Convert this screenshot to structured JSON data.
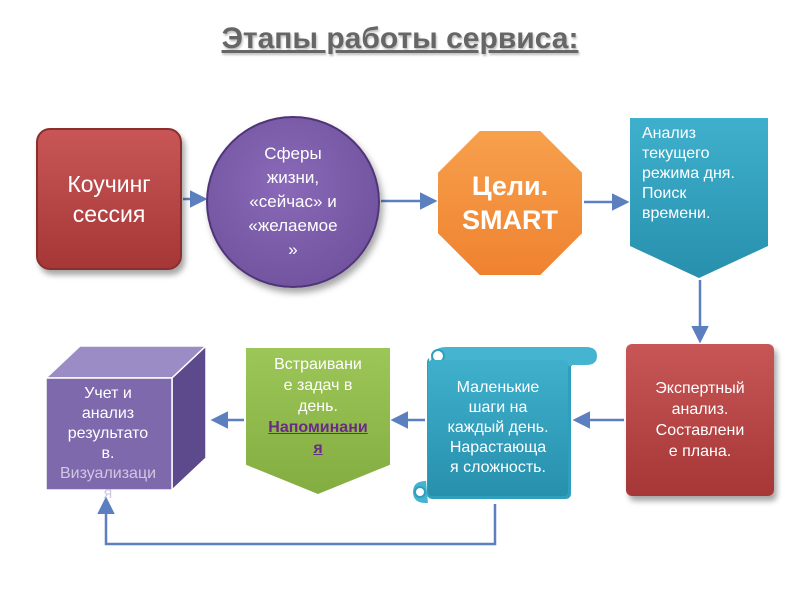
{
  "title": "Этапы работы сервиса:",
  "nodes": {
    "coaching": {
      "lines": [
        "Коучинг",
        "сессия"
      ]
    },
    "spheres": {
      "lines": [
        "Сферы",
        "жизни,",
        "«сейчас» и",
        "«желаемое",
        "»"
      ]
    },
    "goals": {
      "lines": [
        "Цели.",
        "SMART"
      ]
    },
    "analysis": {
      "lines": [
        "Анализ",
        "текущего",
        "режима дня.",
        "Поиск",
        "времени."
      ]
    },
    "expert": {
      "lines": [
        "Экспертный",
        "анализ.",
        "Составлени",
        "е плана."
      ]
    },
    "steps": {
      "lines": [
        "Маленькие",
        "шаги на",
        "каждый день.",
        "Нарастающа",
        "я сложность."
      ]
    },
    "embed": {
      "lines": [
        "Встраивани",
        "е задач в",
        "день."
      ],
      "highlight": [
        "Напоминани",
        "я"
      ]
    },
    "results": {
      "lines": [
        "Учет  и",
        "анализ",
        "результато",
        "в."
      ],
      "overflow": [
        "Визуализаци",
        "я"
      ]
    }
  },
  "colors": {
    "red": "#b24343",
    "purple": "#7a5aa8",
    "orange": "#f28d3a",
    "teal": "#2f9fbd",
    "green": "#8ebb4a",
    "cube_purple": "#7e69ad",
    "arrow": "#5b7fbf"
  }
}
